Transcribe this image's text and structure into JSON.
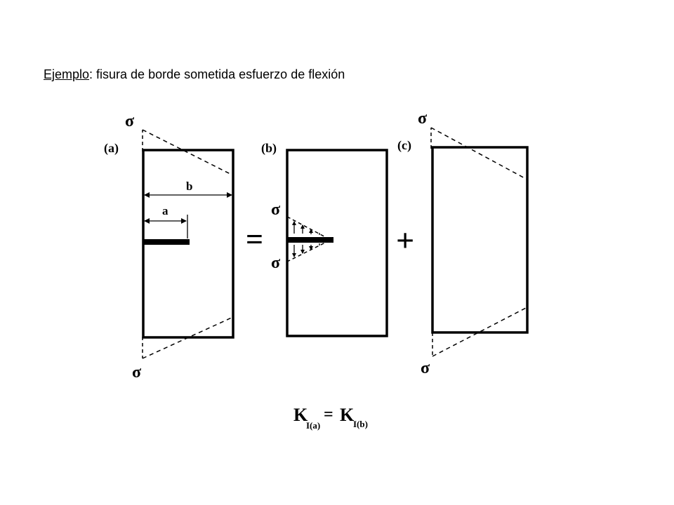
{
  "title": {
    "underlined_word": "Ejemplo",
    "rest": ": fisura de borde sometida esfuerzo de flexión"
  },
  "figure": {
    "panel_a": {
      "label": "(a)",
      "sigma_top": "σ",
      "sigma_bottom": "σ",
      "dim_b": "b",
      "dim_a": "a"
    },
    "equals_sign": "=",
    "panel_b": {
      "label": "(b)",
      "sigma_top": "σ",
      "sigma_bottom": "σ"
    },
    "plus_sign": "+",
    "panel_c": {
      "label": "(c)",
      "sigma_top": "σ",
      "sigma_bottom": "σ"
    },
    "equation": {
      "lhs_symbol": "K",
      "lhs_subscript": "I(a)",
      "equals": "=",
      "rhs_symbol": "K",
      "rhs_subscript": "I(b)"
    }
  }
}
